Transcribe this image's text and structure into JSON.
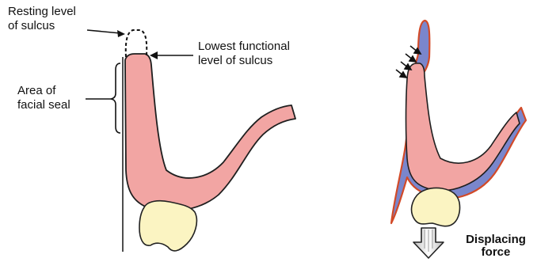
{
  "labels": {
    "resting_level": [
      "Resting level",
      "of sulcus"
    ],
    "lowest_functional_level": [
      "Lowest functional",
      "level of sulcus"
    ],
    "facial_seal": [
      "Area of",
      "facial seal"
    ],
    "displacing_force": [
      "Displacing",
      "force"
    ]
  },
  "colors": {
    "gum_pink": "#f2a5a3",
    "tooth_cream": "#fbf4c2",
    "mucosa_blue": "#7a86cc",
    "outline_red": "#d24a28",
    "outline_dark": "#222222"
  }
}
